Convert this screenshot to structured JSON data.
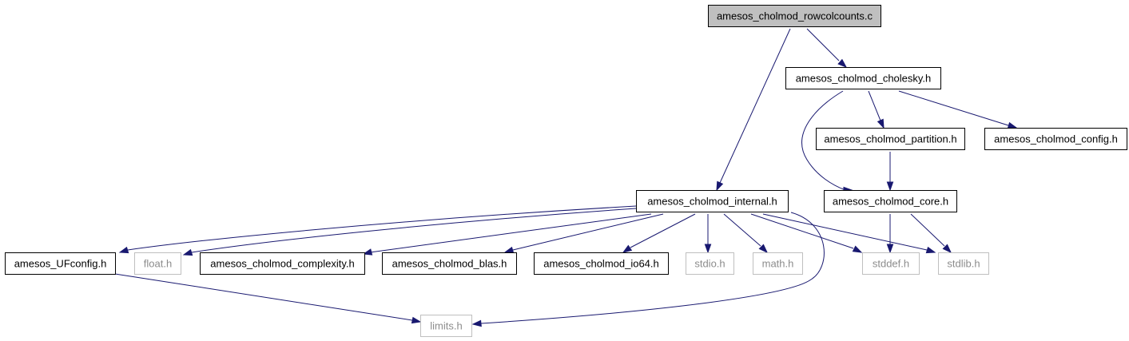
{
  "colors": {
    "edge": "#191970",
    "root_fill": "#bfbfbf",
    "node_fill": "#ffffff",
    "documented_border": "#000000",
    "external_border": "#bfbfbf",
    "documented_text": "#000000",
    "external_text": "#8c8c8c"
  },
  "graph": {
    "nodes": [
      {
        "id": "rowcolcounts",
        "label": "amesos_cholmod_rowcolcounts.c",
        "kind": "root"
      },
      {
        "id": "cholesky",
        "label": "amesos_cholmod_cholesky.h",
        "kind": "documented"
      },
      {
        "id": "partition",
        "label": "amesos_cholmod_partition.h",
        "kind": "documented"
      },
      {
        "id": "config",
        "label": "amesos_cholmod_config.h",
        "kind": "documented"
      },
      {
        "id": "internal",
        "label": "amesos_cholmod_internal.h",
        "kind": "documented"
      },
      {
        "id": "core",
        "label": "amesos_cholmod_core.h",
        "kind": "documented"
      },
      {
        "id": "ufconfig",
        "label": "amesos_UFconfig.h",
        "kind": "documented"
      },
      {
        "id": "float",
        "label": "float.h",
        "kind": "external"
      },
      {
        "id": "complexity",
        "label": "amesos_cholmod_complexity.h",
        "kind": "documented"
      },
      {
        "id": "blas",
        "label": "amesos_cholmod_blas.h",
        "kind": "documented"
      },
      {
        "id": "io64",
        "label": "amesos_cholmod_io64.h",
        "kind": "documented"
      },
      {
        "id": "stdio",
        "label": "stdio.h",
        "kind": "external"
      },
      {
        "id": "math",
        "label": "math.h",
        "kind": "external"
      },
      {
        "id": "stddef",
        "label": "stddef.h",
        "kind": "external"
      },
      {
        "id": "stdlib",
        "label": "stdlib.h",
        "kind": "external"
      },
      {
        "id": "limits",
        "label": "limits.h",
        "kind": "external"
      }
    ],
    "edges": [
      {
        "from": "rowcolcounts",
        "to": "cholesky"
      },
      {
        "from": "rowcolcounts",
        "to": "internal"
      },
      {
        "from": "cholesky",
        "to": "partition"
      },
      {
        "from": "cholesky",
        "to": "config"
      },
      {
        "from": "cholesky",
        "to": "core"
      },
      {
        "from": "partition",
        "to": "core"
      },
      {
        "from": "internal",
        "to": "ufconfig"
      },
      {
        "from": "internal",
        "to": "float"
      },
      {
        "from": "internal",
        "to": "complexity"
      },
      {
        "from": "internal",
        "to": "blas"
      },
      {
        "from": "internal",
        "to": "io64"
      },
      {
        "from": "internal",
        "to": "stdio"
      },
      {
        "from": "internal",
        "to": "math"
      },
      {
        "from": "internal",
        "to": "stddef"
      },
      {
        "from": "internal",
        "to": "stdlib"
      },
      {
        "from": "internal",
        "to": "limits"
      },
      {
        "from": "core",
        "to": "stddef"
      },
      {
        "from": "core",
        "to": "stdlib"
      },
      {
        "from": "ufconfig",
        "to": "limits"
      }
    ]
  }
}
